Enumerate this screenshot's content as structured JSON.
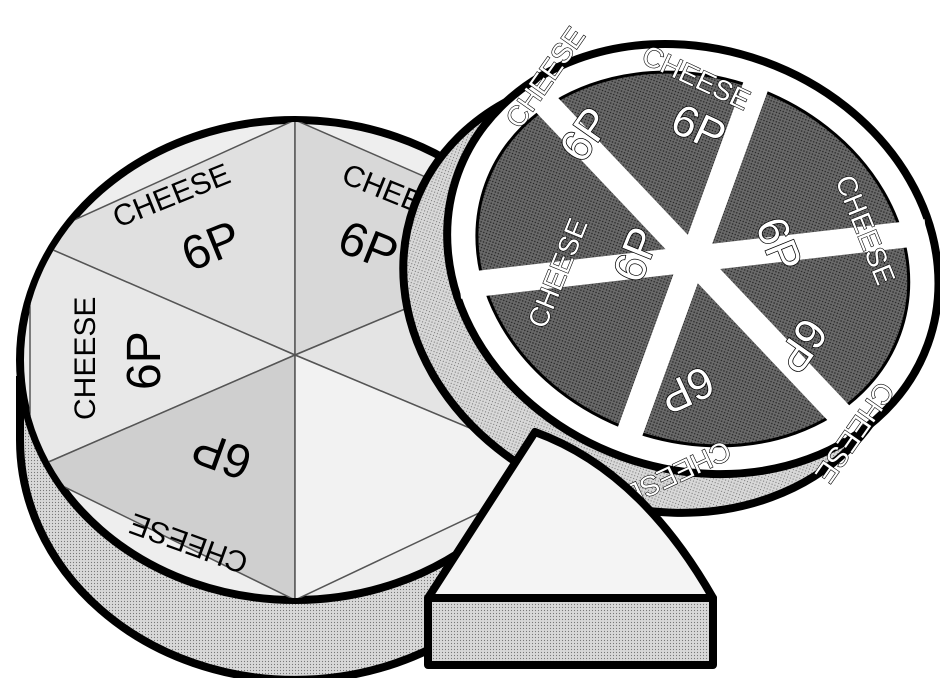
{
  "illustration": {
    "title": "Cheese portion boxes",
    "label_text": "CHEESE",
    "count_text": "6P"
  },
  "colors": {
    "outline": "#000000",
    "light_face": "#e6e6e6",
    "mid_face": "#bdbdbd",
    "dark_face": "#6e6e6e",
    "side": "#8a8a8a",
    "wedge": "#f2f2f2"
  }
}
